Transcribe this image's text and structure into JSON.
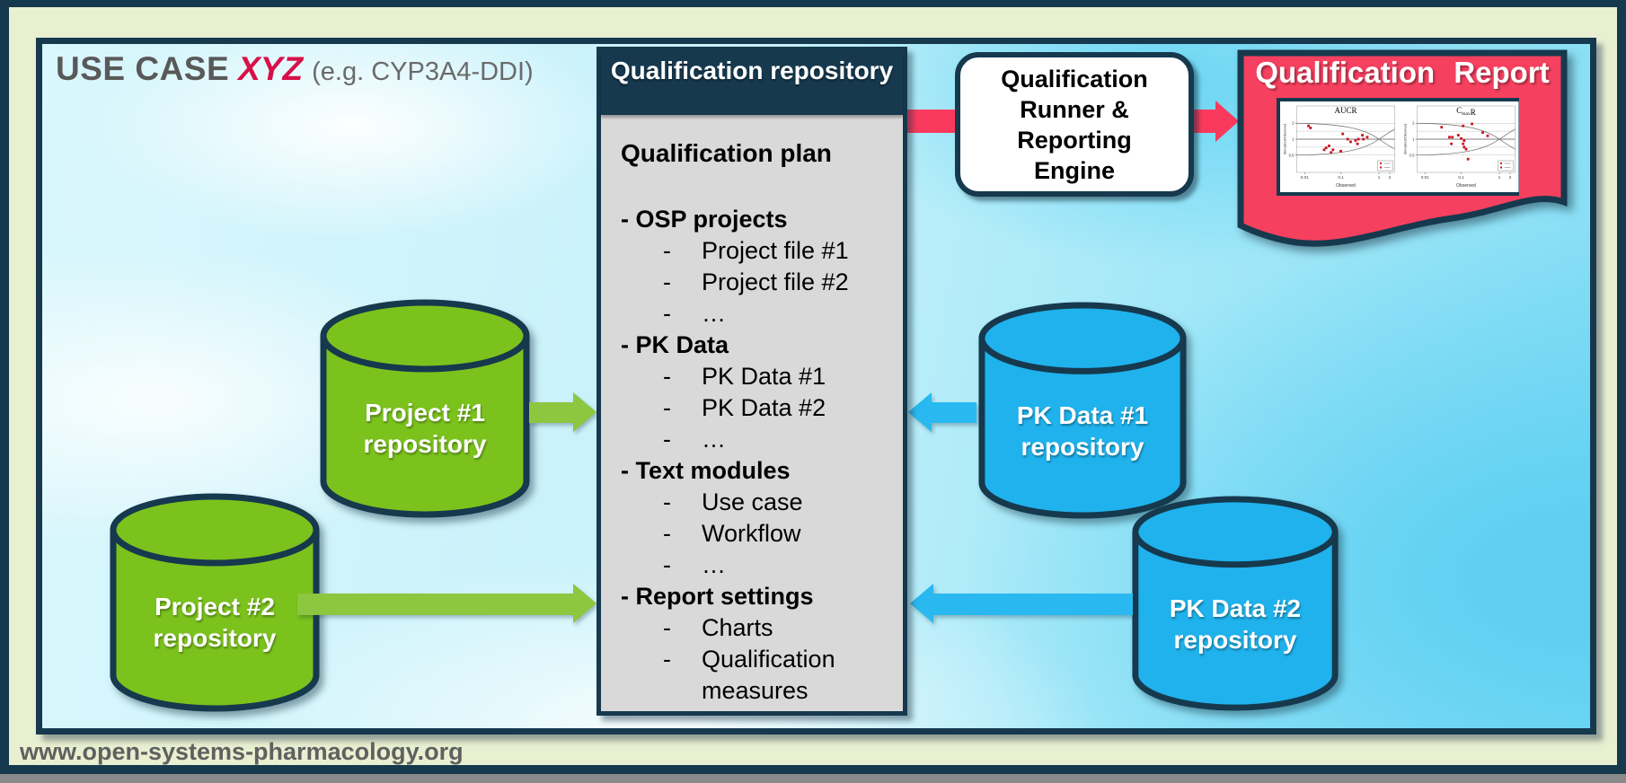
{
  "title": {
    "main": "USE CASE",
    "emphasis": "XYZ",
    "suffix": "(e.g. CYP3A4-DDI)"
  },
  "repository_box": {
    "header": "Qualification repository",
    "plan_title": "Qualification plan",
    "items": [
      {
        "text": "OSP projects",
        "level": 1
      },
      {
        "text": "Project file #1",
        "level": 2
      },
      {
        "text": "Project file #2",
        "level": 2
      },
      {
        "text": "…",
        "level": 2
      },
      {
        "text": "PK Data",
        "level": 1
      },
      {
        "text": "PK Data #1",
        "level": 2
      },
      {
        "text": "PK Data #2",
        "level": 2
      },
      {
        "text": "…",
        "level": 2
      },
      {
        "text": "Text modules",
        "level": 1
      },
      {
        "text": "Use case",
        "level": 2
      },
      {
        "text": "Workflow",
        "level": 2
      },
      {
        "text": "…",
        "level": 2
      },
      {
        "text": "Report settings",
        "level": 1
      },
      {
        "text": "Charts",
        "level": 2
      },
      {
        "text": "Qualification measures",
        "level": 2
      }
    ]
  },
  "runner_box": {
    "label": "Qualification Runner & Reporting Engine"
  },
  "report": {
    "title": "Qualification Report",
    "chart_data": [
      {
        "type": "scatter",
        "title_parts": [
          {
            "t": "AUCR"
          }
        ],
        "xlabel": "Observed",
        "ylabel": "Simulated/Observed",
        "x_ticks": [
          "0.01",
          "0.1",
          "1",
          "2"
        ],
        "y_ticks": [
          "2",
          "1",
          "0.5"
        ],
        "points": [
          [
            0.12,
            0.3
          ],
          [
            0.14,
            0.33
          ],
          [
            0.47,
            0.42
          ],
          [
            0.28,
            0.66
          ],
          [
            0.3,
            0.63
          ],
          [
            0.33,
            0.6
          ],
          [
            0.35,
            0.7
          ],
          [
            0.37,
            0.66
          ],
          [
            0.45,
            0.68
          ],
          [
            0.52,
            0.5
          ],
          [
            0.55,
            0.54
          ],
          [
            0.6,
            0.52
          ],
          [
            0.62,
            0.57
          ],
          [
            0.63,
            0.5
          ],
          [
            0.67,
            0.44
          ],
          [
            0.68,
            0.5
          ],
          [
            0.72,
            0.47
          ]
        ]
      },
      {
        "type": "scatter",
        "title_parts": [
          {
            "t": "C"
          },
          {
            "t": "max",
            "sub": true
          },
          {
            "t": "R"
          }
        ],
        "xlabel": "Observed",
        "ylabel": "Simulated/Observed",
        "x_ticks": [
          "0.01",
          "0.1",
          "1",
          "2"
        ],
        "y_ticks": [
          "2",
          "1",
          "0.5"
        ],
        "points": [
          [
            0.25,
            0.32
          ],
          [
            0.47,
            0.3
          ],
          [
            0.56,
            0.27
          ],
          [
            0.33,
            0.47
          ],
          [
            0.36,
            0.47
          ],
          [
            0.42,
            0.44
          ],
          [
            0.45,
            0.49
          ],
          [
            0.48,
            0.52
          ],
          [
            0.67,
            0.4
          ],
          [
            0.35,
            0.57
          ],
          [
            0.47,
            0.57
          ],
          [
            0.48,
            0.62
          ],
          [
            0.5,
            0.65
          ],
          [
            0.52,
            0.8
          ],
          [
            0.72,
            0.45
          ]
        ]
      }
    ]
  },
  "cylinders": {
    "project1": {
      "line1": "Project #1",
      "line2": "repository"
    },
    "project2": {
      "line1": "Project #2",
      "line2": "repository"
    },
    "pkdata1": {
      "line1": "PK Data #1",
      "line2": "repository"
    },
    "pkdata2": {
      "line1": "PK Data #2",
      "line2": "repository"
    }
  },
  "footer": {
    "url": "www.open-systems-pharmacology.org"
  },
  "colors": {
    "navy": "#16394e",
    "crimson_banner": "#f5405f",
    "crimson_arrow": "#fa3a5c",
    "title_red": "#d8104a",
    "green_cylinder": "#7bc21d",
    "green_arrow": "#8dc63f",
    "blue_cylinder": "#1fb2ec",
    "blue_arrow": "#29b9f0",
    "body_gray": "#d9d9d9",
    "outer_band": "#e9f0d1",
    "title_gray": "#595959",
    "scatter_point_red": "#cc1122"
  }
}
